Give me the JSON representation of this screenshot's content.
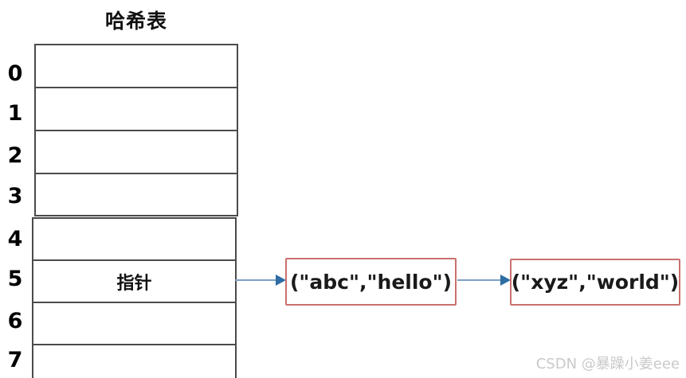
{
  "title": "哈希表",
  "table": {
    "indices": [
      "0",
      "1",
      "2",
      "3",
      "4",
      "5",
      "6",
      "7"
    ],
    "pointer_row_index": "5",
    "pointer_label": "指针"
  },
  "nodes": [
    {
      "label": "(\"abc\",\"hello\")"
    },
    {
      "label": "(\"xyz\",\"world\")"
    }
  ],
  "colors": {
    "table_border": "#4b4b4b",
    "node_border": "#c9706e",
    "arrow_line": "#7da0c4",
    "arrow_head": "#2e6da4",
    "watermark_text": "#c9c9c9"
  },
  "watermark": "CSDN @暴躁小姜eee"
}
